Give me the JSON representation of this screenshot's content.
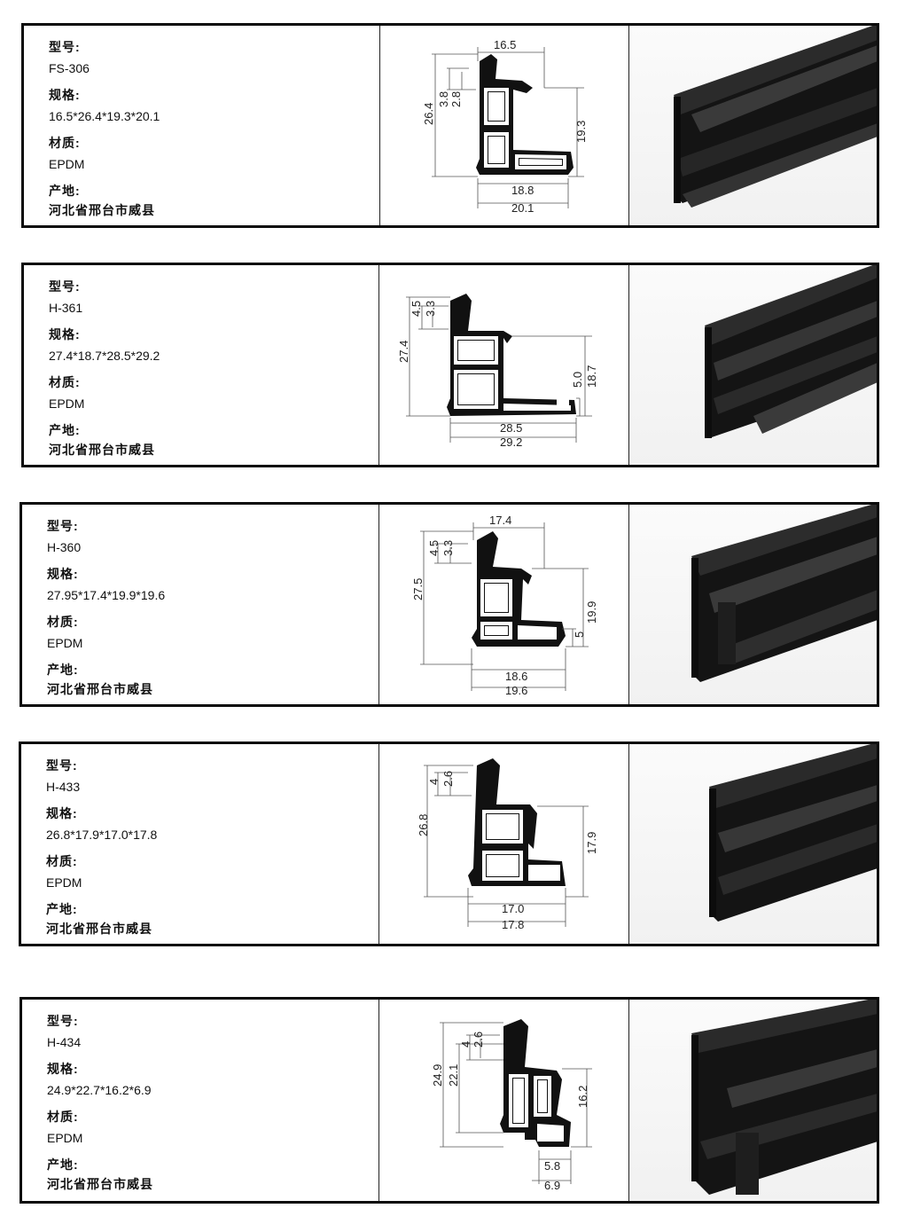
{
  "products": [
    {
      "model_label": "型号:",
      "model": "FS-306",
      "spec_label": "规格:",
      "spec": "16.5*26.4*19.3*20.1",
      "material_label": "材质:",
      "material": "EPDM",
      "origin_label": "产地:",
      "origin": "河北省邢台市威县",
      "dims": [
        "16.5",
        "26.4",
        "3.8",
        "2.8",
        "19.3",
        "18.8",
        "20.1"
      ]
    },
    {
      "model_label": "型号:",
      "model": "H-361",
      "spec_label": "规格:",
      "spec": "27.4*18.7*28.5*29.2",
      "material_label": "材质:",
      "material": "EPDM",
      "origin_label": "产地:",
      "origin": "河北省邢台市威县",
      "dims": [
        "4.5",
        "3.3",
        "27.4",
        "5.0",
        "18.7",
        "28.5",
        "29.2"
      ]
    },
    {
      "model_label": "型号:",
      "model": "H-360",
      "spec_label": "规格:",
      "spec": "27.95*17.4*19.9*19.6",
      "material_label": "材质:",
      "material": "EPDM",
      "origin_label": "产地:",
      "origin": "河北省邢台市威县",
      "dims": [
        "17.4",
        "4.5",
        "3.3",
        "27.5",
        "19.9",
        "5",
        "18.6",
        "19.6"
      ]
    },
    {
      "model_label": "型号:",
      "model": "H-433",
      "spec_label": "规格:",
      "spec": "26.8*17.9*17.0*17.8",
      "material_label": "材质:",
      "material": "EPDM",
      "origin_label": "产地:",
      "origin": "河北省邢台市威县",
      "dims": [
        "4",
        "2.6",
        "26.8",
        "17.9",
        "17.0",
        "17.8"
      ]
    },
    {
      "model_label": "型号:",
      "model": "H-434",
      "spec_label": "规格:",
      "spec": "24.9*22.7*16.2*6.9",
      "material_label": "材质:",
      "material": "EPDM",
      "origin_label": "产地:",
      "origin": "河北省邢台市威县",
      "dims": [
        "4",
        "2.6",
        "24.9",
        "22.1",
        "16.2",
        "5.8",
        "6.9"
      ]
    }
  ]
}
